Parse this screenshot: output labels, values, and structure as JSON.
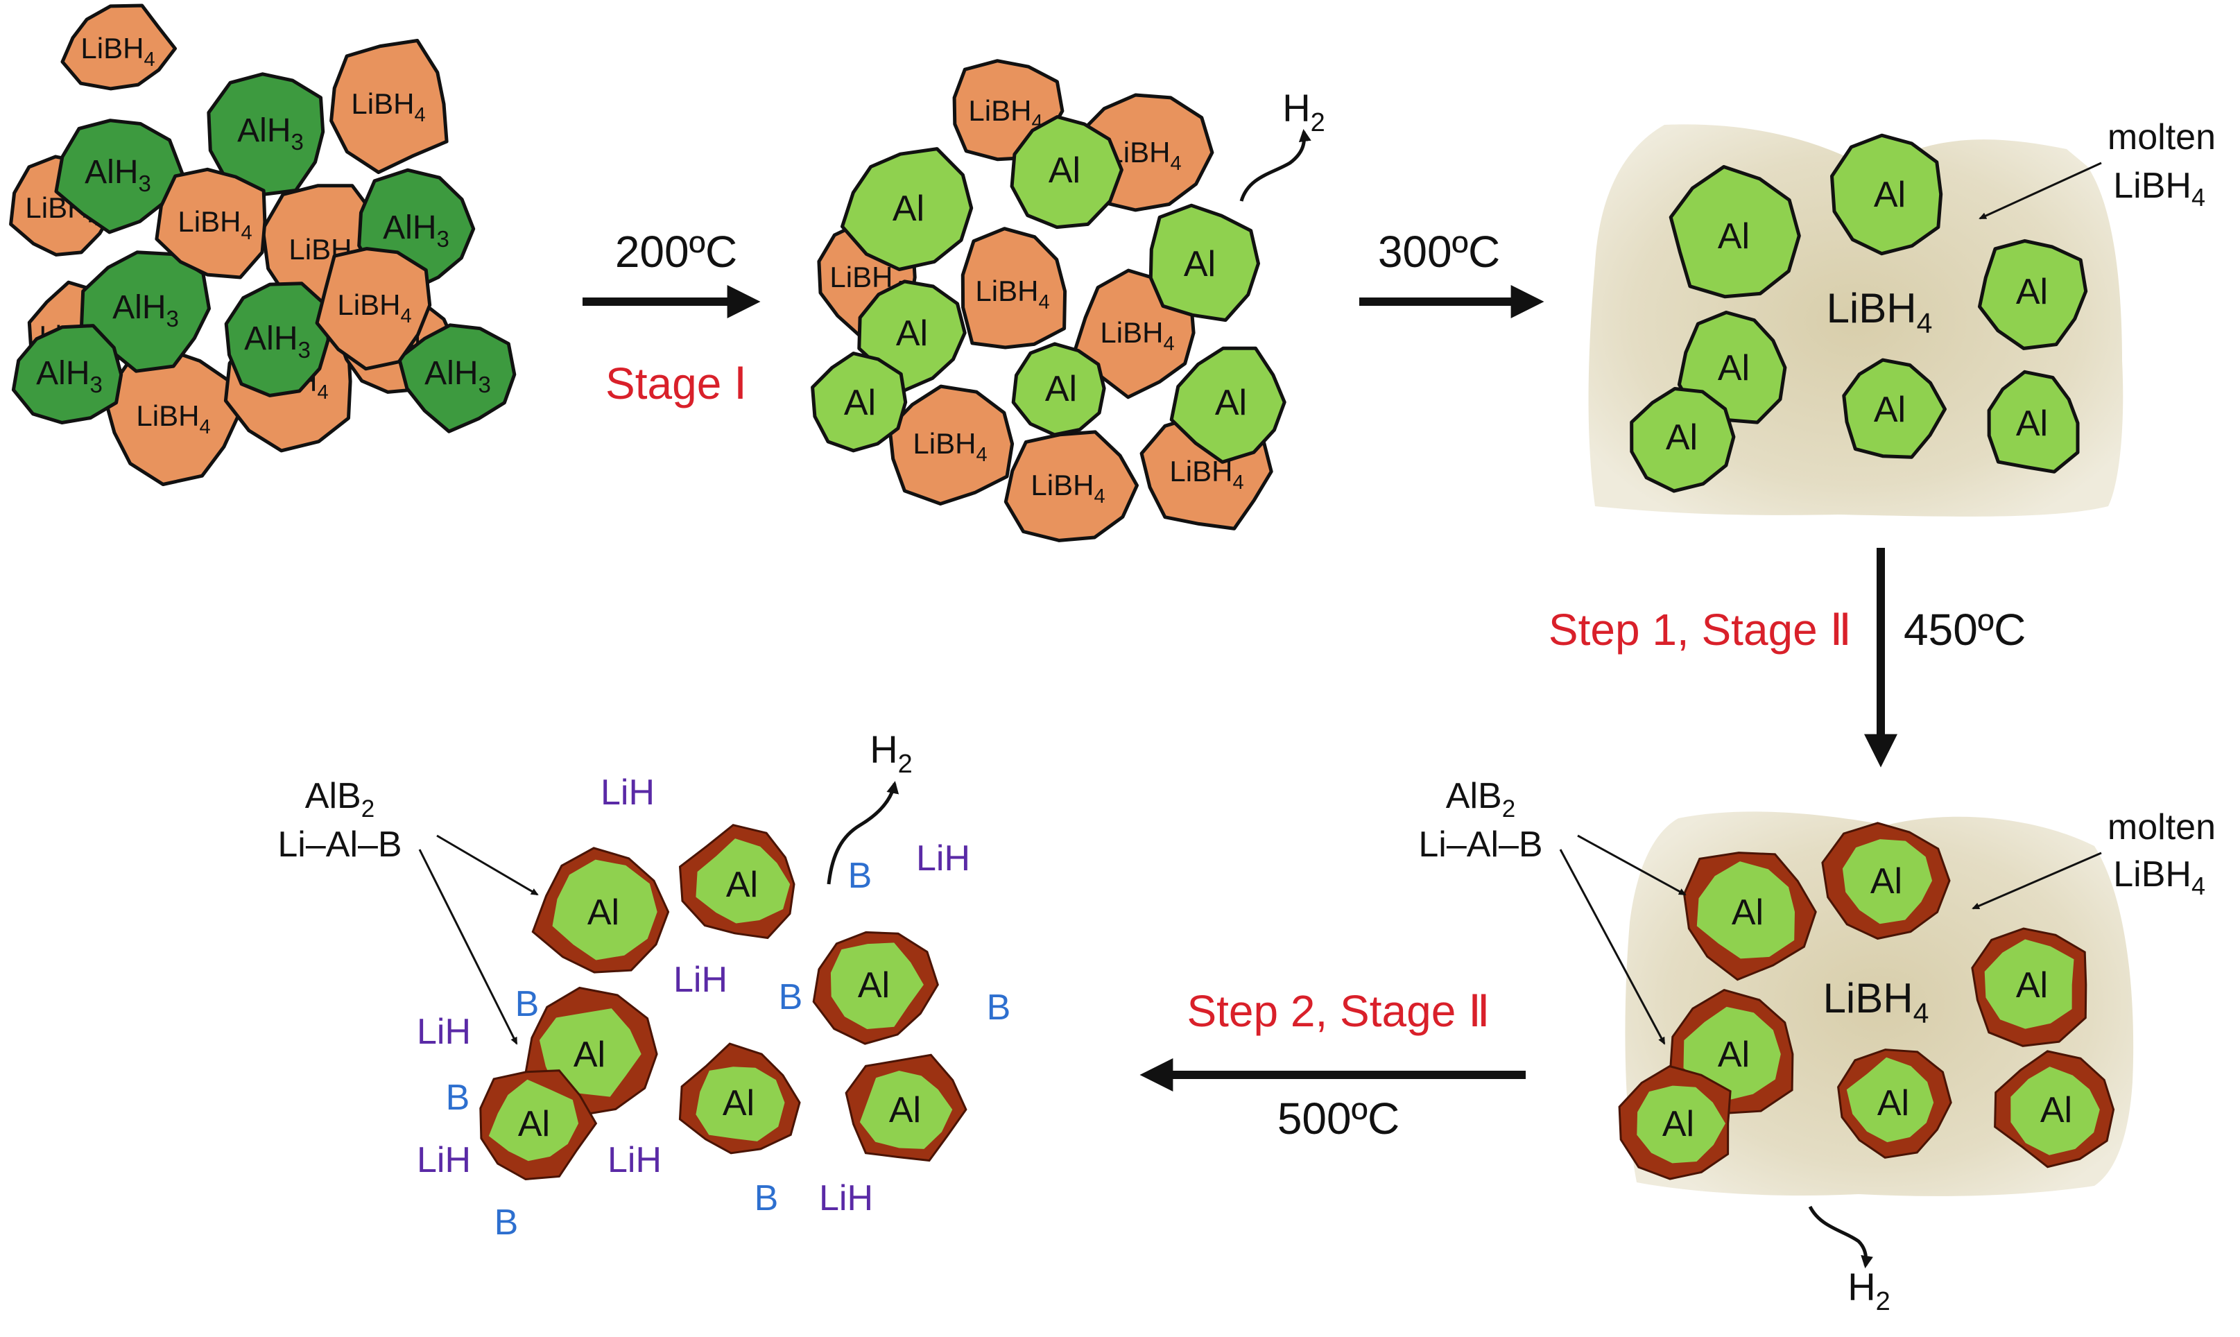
{
  "labels": {
    "alh3": "AlH3",
    "alh3_base": "AlH",
    "alh3_sub": "3",
    "libh4_base": "LiBH",
    "libh4_sub": "4",
    "al": "Al",
    "lih": "LiH",
    "b": "B",
    "h2_base": "H",
    "h2_sub": "2",
    "molten": "molten",
    "alb2_base": "AlB",
    "alb2_sub": "2",
    "li_al_b": "Li–Al–B"
  },
  "steps": {
    "t1": "200ºC",
    "stage1": "Stage Ⅰ",
    "t2": "300ºC",
    "step1": "Step 1, Stage Ⅱ",
    "t3": "450ºC",
    "step2": "Step 2, Stage Ⅱ",
    "t4": "500ºC"
  },
  "colors": {
    "alh3_green": "#3d9a3f",
    "al_green": "#8fd14f",
    "libh4_orange": "#e8935d",
    "molten_tan": "#e2dcc0",
    "shell_brown": "#9c3212",
    "red_text": "#d9202a",
    "lih_purple": "#5a2aa6",
    "b_blue": "#2d6fcf",
    "outline": "#111111"
  }
}
